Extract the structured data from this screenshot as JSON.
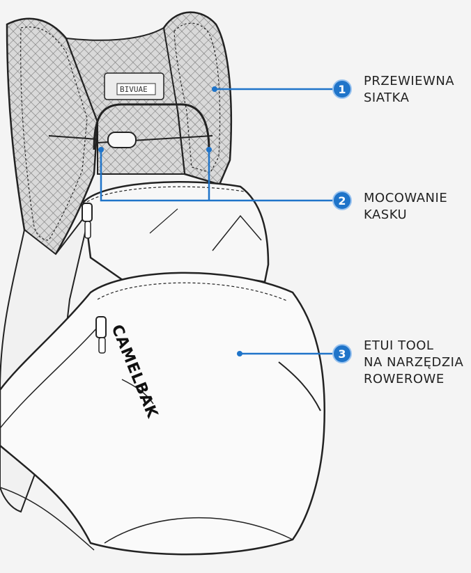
{
  "brand": {
    "logo_text": "CAMELBAK",
    "patch_text": "BIVUAE"
  },
  "accent_color": "#1f74c9",
  "callouts": [
    {
      "number": "1",
      "line1": "PRZEWIEWNA",
      "line2": "SIATKA"
    },
    {
      "number": "2",
      "line1": "MOCOWANIE",
      "line2": "KASKU"
    },
    {
      "number": "3",
      "line1": "ETUI TOOL",
      "line2": "NA NARZĘDZIA",
      "line3": "ROWEROWE"
    }
  ]
}
